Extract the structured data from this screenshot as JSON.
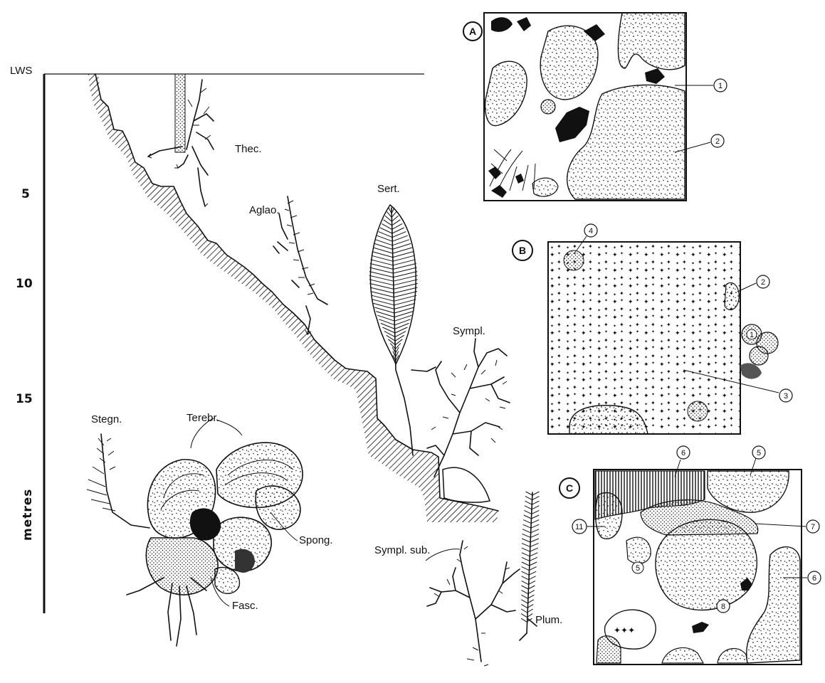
{
  "depth_axis": {
    "title": "metres",
    "surface_label": "LWS",
    "ticks": [
      "5",
      "10",
      "15"
    ]
  },
  "species": {
    "thec": "Thec.",
    "aglao": "Aglao.",
    "sert": "Sert.",
    "sympl": "Sympl.",
    "stegn": "Stegn.",
    "terebr": "Terebr.",
    "spong": "Spong.",
    "fasc": "Fasc.",
    "sympl_sub": "Sympl. sub.",
    "plum": "Plum."
  },
  "panels": {
    "a": {
      "letter": "A",
      "markers": [
        "1",
        "2"
      ]
    },
    "b": {
      "letter": "B",
      "markers": [
        "4",
        "2",
        "1",
        "3"
      ]
    },
    "c": {
      "letter": "C",
      "markers": [
        "6",
        "5",
        "11",
        "7",
        "5",
        "8",
        "6"
      ]
    }
  }
}
